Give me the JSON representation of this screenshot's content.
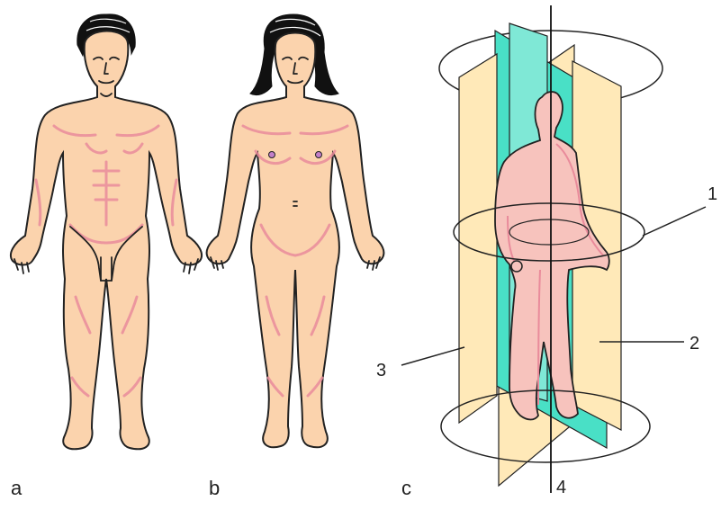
{
  "labels": {
    "panel_a": "a",
    "panel_b": "b",
    "panel_c": "c",
    "num_1": "1",
    "num_2": "2",
    "num_3": "3",
    "num_4": "4"
  },
  "colors": {
    "skin": "#fbd3ad",
    "muscle_lines": "#e98b9b",
    "sagittal_plane": "#ffe9b8",
    "frontal_plane": "#49e0c6",
    "hair": "#111111",
    "outline": "#222222"
  }
}
